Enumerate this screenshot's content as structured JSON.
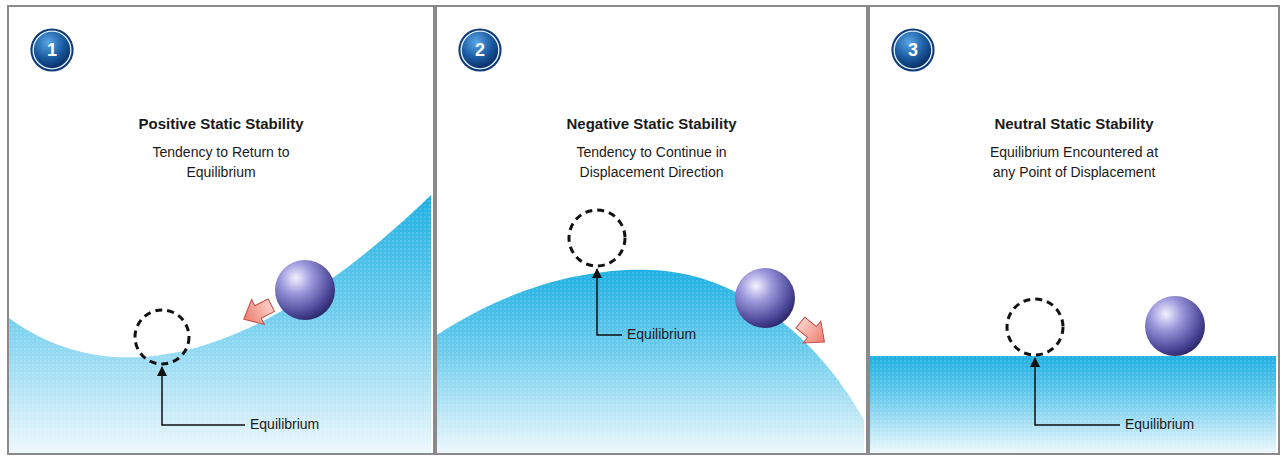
{
  "diagram": {
    "nodes": [
      {
        "text": [
          "Positive Static Stability",
          "Tendency to Return to Equilibrium"
        ]
      },
      {
        "text": [
          "1"
        ],
        "in": 0
      },
      {
        "text": [
          "Negative Static Stability",
          "Tendency to Continue in Displacement Direction"
        ]
      },
      {
        "text": [
          "2"
        ],
        "in": 2
      },
      {
        "text": [
          "Neutral Static Stability",
          "Equilibrium Encountered at any Point of Displacement"
        ]
      },
      {
        "text": [
          "3"
        ],
        "in": 4
      }
    ],
    "labels": [
      "Equilibrium",
      "Equilibrium",
      "Equilibrium"
    ]
  }
}
